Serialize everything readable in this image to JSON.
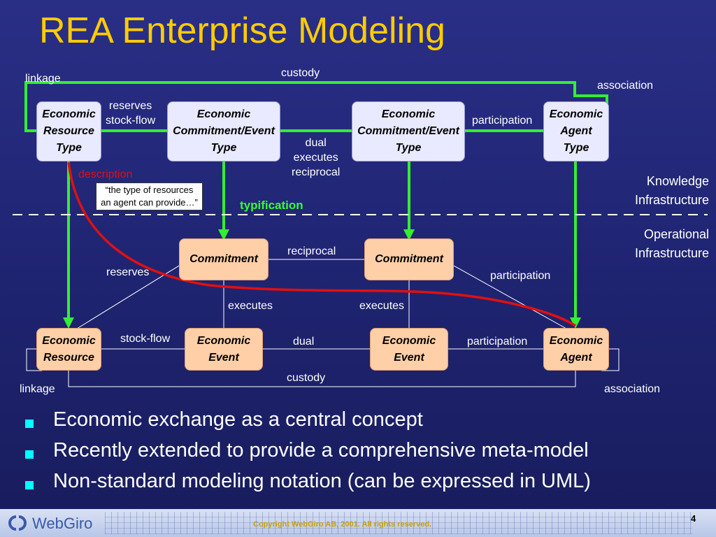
{
  "title": "REA Enterprise Modeling",
  "colors": {
    "title": "#ffcc00",
    "green_line": "#33ee33",
    "description_line": "#e01010",
    "type_box": "#e9eaff",
    "operational_box": "#ffd0a8",
    "bullet": "#00ffff"
  },
  "type_boxes": {
    "resource": "Economic\nResource\nType",
    "commitment_left": "Economic\nCommitment/Event\nType",
    "commitment_right": "Economic\nCommitment/Event\nType",
    "agent": "Economic\nAgent\nType"
  },
  "operational_boxes": {
    "commitment_left": "Commitment",
    "commitment_right": "Commitment",
    "resource": "Economic\nResource",
    "event_left": "Economic\nEvent",
    "event_right": "Economic\nEvent",
    "agent": "Economic\nAgent"
  },
  "knowledge_labels": {
    "linkage": "linkage",
    "custody": "custody",
    "association": "association",
    "reserves_stock_flow": "reserves\nstock-flow",
    "dual_executes_reciprocal": "dual\nexecutes\nreciprocal",
    "participation": "participation",
    "description": "description",
    "typification": "typification"
  },
  "callout": "“the type of resources\nan agent can provide…”",
  "infrastructure": {
    "knowledge": "Knowledge\nInfrastructure",
    "operational": "Operational\nInfrastructure"
  },
  "operational_labels": {
    "reciprocal": "reciprocal",
    "reserves": "reserves",
    "participation_top": "participation",
    "executes_left": "executes",
    "executes_right": "executes",
    "stock_flow": "stock-flow",
    "dual": "dual",
    "participation_bottom": "participation",
    "custody": "custody",
    "linkage": "linkage",
    "association": "association"
  },
  "bullets": [
    "Economic exchange as a central concept",
    "Recently extended to provide a comprehensive meta-model",
    "Non-standard modeling notation (can be expressed in UML)"
  ],
  "footer": {
    "logo": "WebGiro",
    "copyright": "Copyright WebGiro AB, 2001. All rights reserved.",
    "page": "4"
  }
}
